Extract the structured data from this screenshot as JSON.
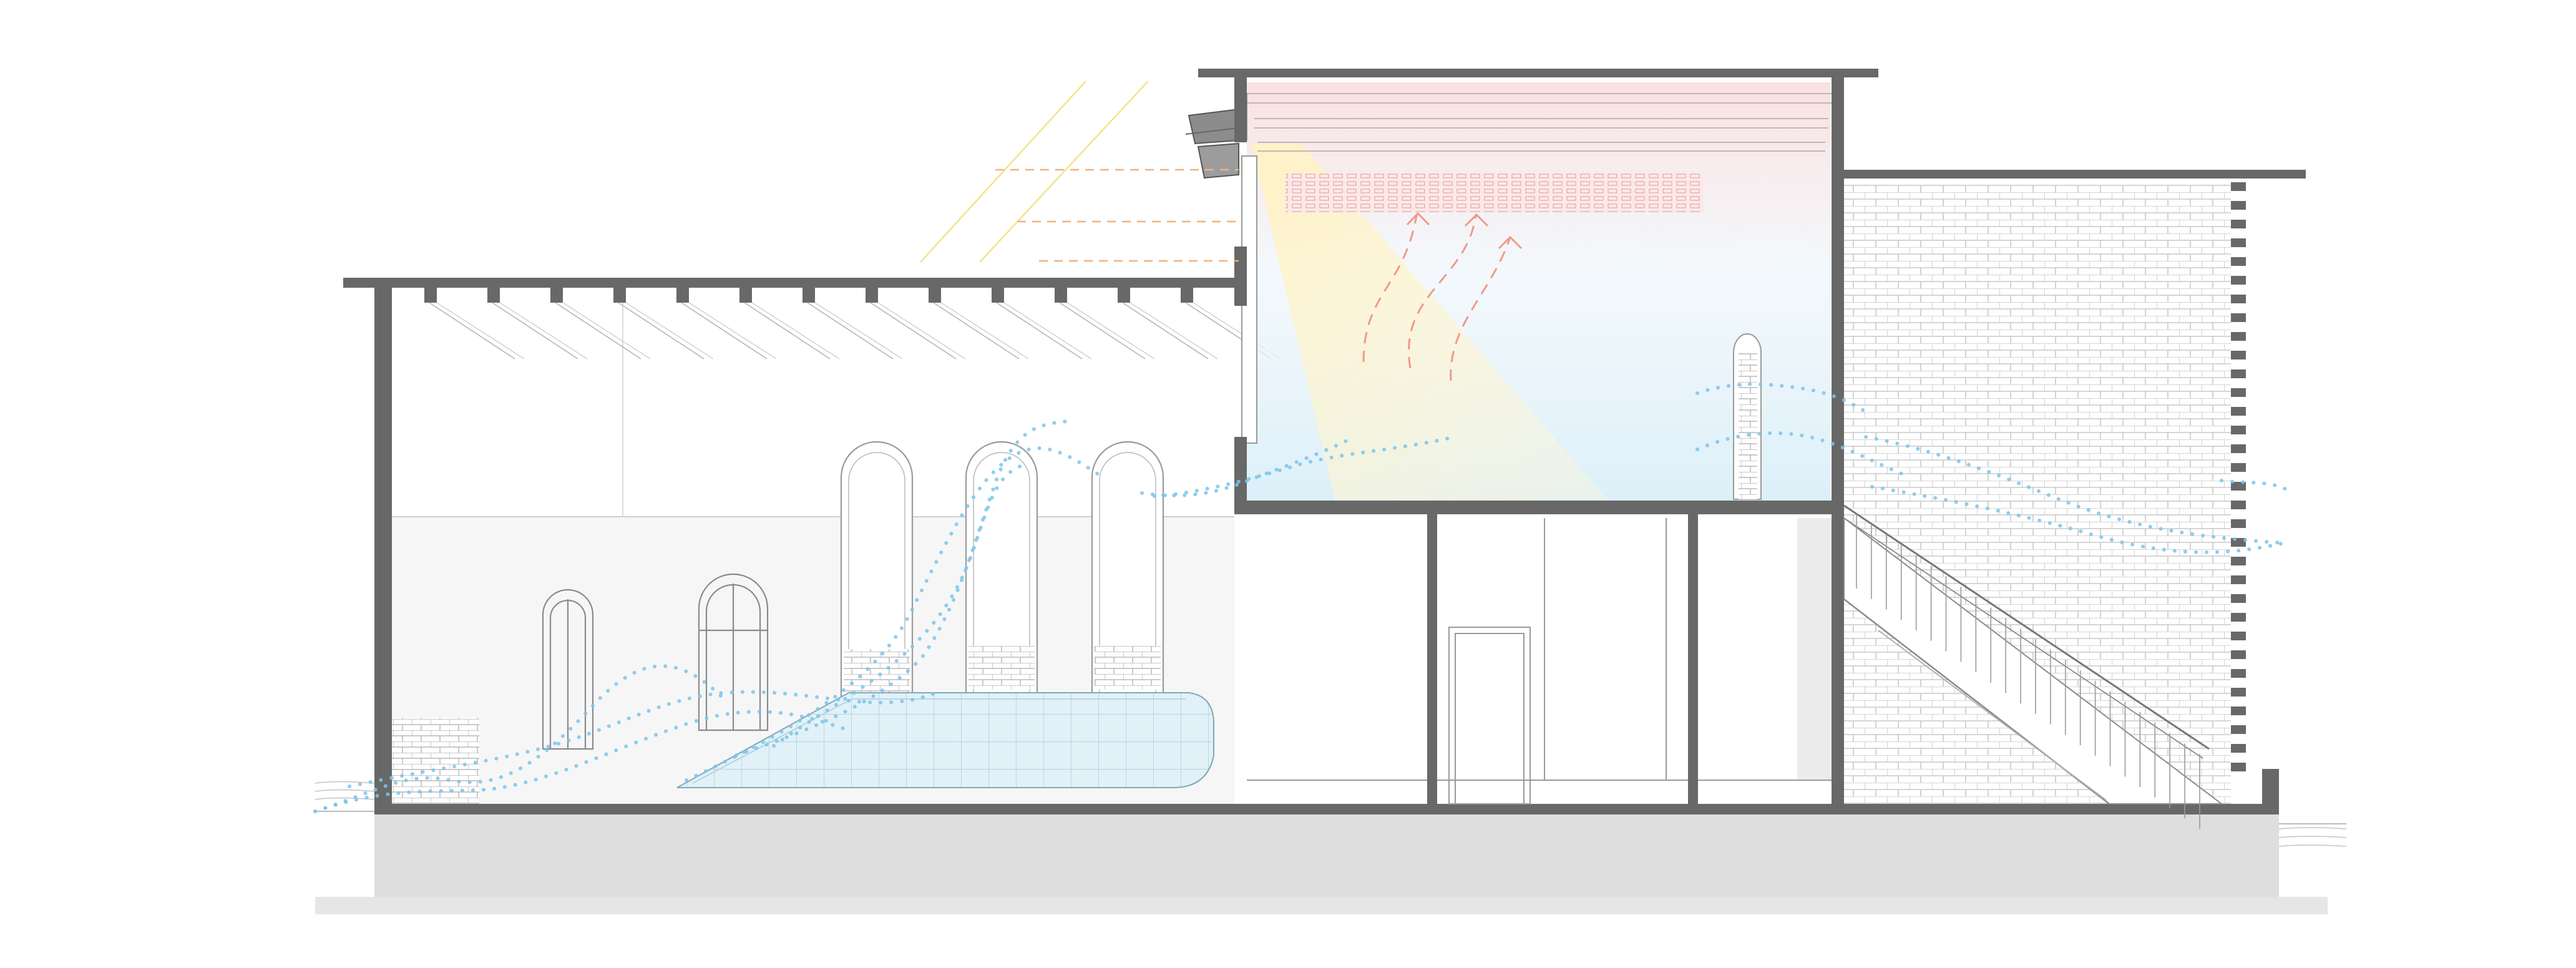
{
  "diagram": {
    "kind": "architectural-section",
    "colors": {
      "wall": "#686868",
      "ground": "#dedede",
      "line": "#9a9a9a",
      "airflow": "#7cc4ec",
      "sun": "#f2e27a",
      "heat": "#f08a78",
      "cool_tint": "#d8eef8",
      "warm_tint": "#fde4e4",
      "pool": "#d6ecf4"
    },
    "elements": [
      {
        "id": "left-hall",
        "kind": "room",
        "label": ""
      },
      {
        "id": "upper-room",
        "kind": "room",
        "label": ""
      },
      {
        "id": "lower-rooms",
        "kind": "room",
        "label": ""
      },
      {
        "id": "brick-stair-hall",
        "kind": "room",
        "label": ""
      },
      {
        "id": "pool",
        "kind": "water",
        "label": ""
      },
      {
        "id": "sun-rays",
        "kind": "annotation",
        "label": ""
      },
      {
        "id": "airflow",
        "kind": "annotation",
        "label": ""
      },
      {
        "id": "rising-heat",
        "kind": "annotation",
        "label": ""
      }
    ]
  }
}
